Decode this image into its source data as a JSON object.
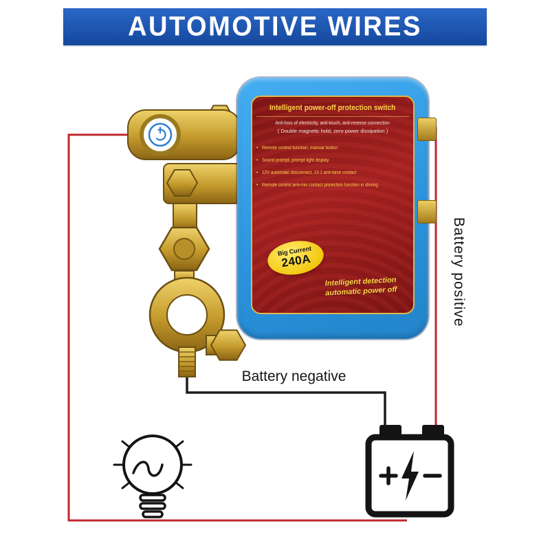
{
  "banner": {
    "label": "AUTOMOTIVE WIRES"
  },
  "switch_device": {
    "title": "Intelligent power-off protection switch",
    "line1": "Anti-loss of electricity, anti-touch, anti-reverse connection",
    "line2": "( Double magnetic hold, zero power dissipation )",
    "features": [
      "Remote control function, manual button",
      "Sound prompt, prompt light display",
      "12V automatic disconnect, 13.1 anti-false contact",
      "Remote control anti-mis contact protection function in driving"
    ],
    "badge": {
      "top": "Big Current",
      "value": "240A"
    },
    "note_line1": "Intelligent detection",
    "note_line2": "automatic power off"
  },
  "labels": {
    "positive": "Battery positive",
    "negative": "Battery negative"
  },
  "icons": [
    "power-indicator-icon",
    "bulb-icon",
    "battery-icon"
  ],
  "colors": {
    "banner_blue": "#1b55b4",
    "device_blue": "#2f9de8",
    "panel_red": "#8e1d1d",
    "accent_gold": "#ffd54a",
    "badge_yellow": "#f2c912",
    "wire_positive": "#c0272d",
    "wire_negative": "#1c1c1c",
    "brass": "#c49a2c"
  }
}
